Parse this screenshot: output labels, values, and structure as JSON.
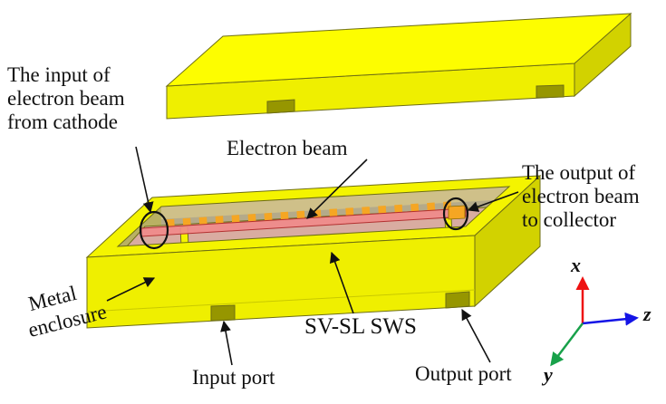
{
  "colors": {
    "background": "#ffffff",
    "metal_top": "#fdfd00",
    "metal_front": "#efef00",
    "metal_side": "#d2d200",
    "metal_rim": "#f4f400",
    "metal_inner": "#b9b163",
    "metal_inner_wall": "#cfc089",
    "cavity_shadow": "#9a938c",
    "notch_dark": "#969600",
    "sws_slab_top": "#d9aca1",
    "sws_slab_edge": "#ba8d82",
    "beam_fill": "#f08a8a",
    "beam_edge": "#b23030",
    "teeth": "#f5a623",
    "annotation": "#111111",
    "axis_x": "#ee1111",
    "axis_y": "#18a14a",
    "axis_z": "#1414e6"
  },
  "labels": {
    "input_beam": {
      "lines": [
        "The input of",
        "electron beam",
        "from cathode"
      ]
    },
    "electron_beam": {
      "text": "Electron beam"
    },
    "output_beam": {
      "lines": [
        "The output of",
        "electron beam",
        "to collector"
      ]
    },
    "metal_enclosure": {
      "lines": [
        "Metal",
        "enclosure"
      ]
    },
    "sws": {
      "text": "SV-SL SWS"
    },
    "input_port": {
      "text": "Input port"
    },
    "output_port": {
      "text": "Output port"
    }
  },
  "axes": {
    "x": "x",
    "y": "y",
    "z": "z"
  }
}
